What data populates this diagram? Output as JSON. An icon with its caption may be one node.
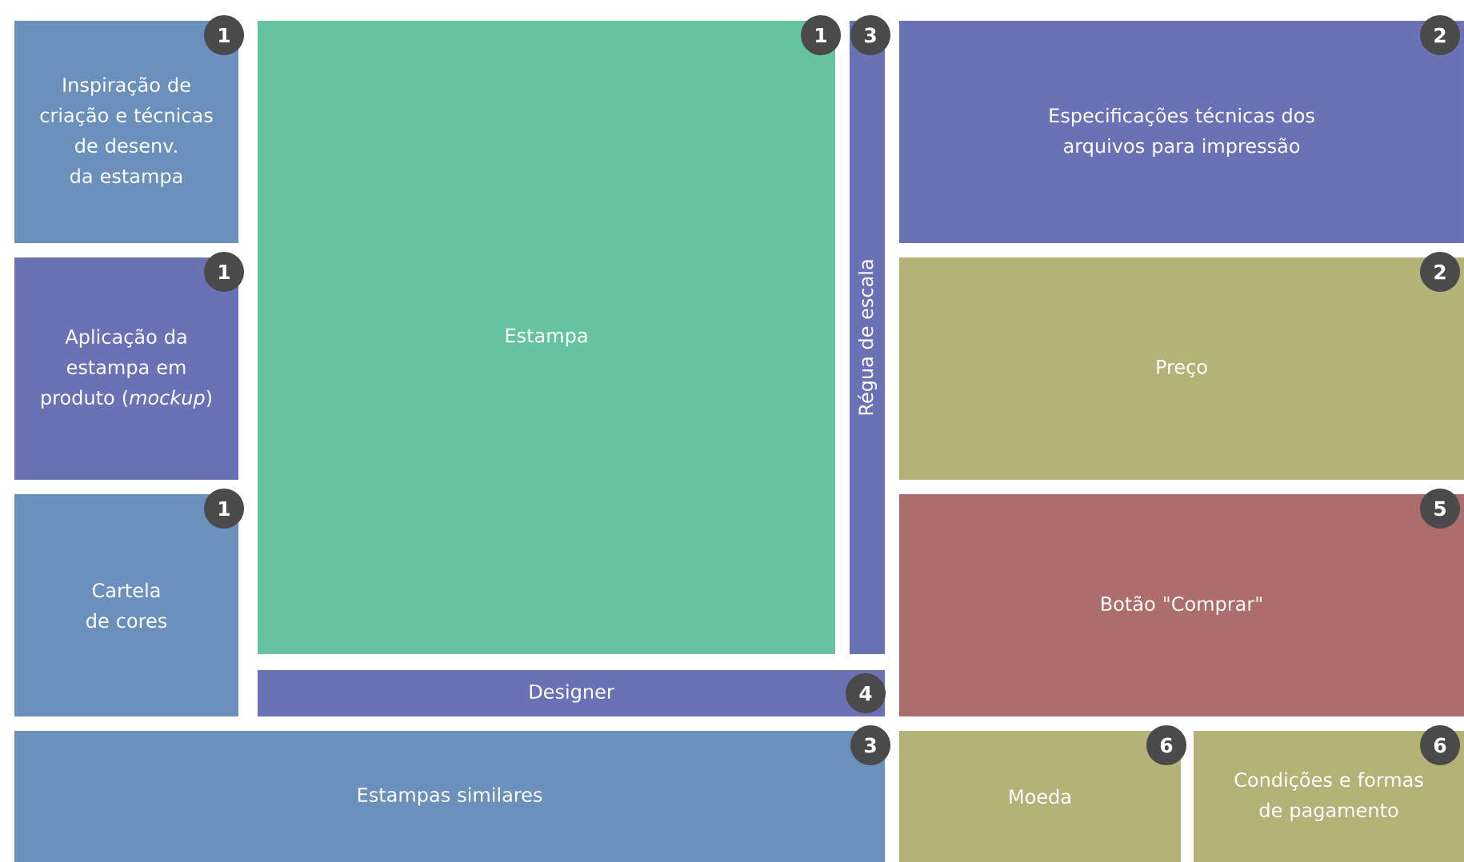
{
  "diagram": {
    "nodes": [
      {
        "text": [
          "1",
          "Inspiração de criação e técnicas de desenv. da estampa"
        ]
      },
      {
        "text": [
          "1",
          "Aplicação da estampa em produto (*mockup*)"
        ]
      },
      {
        "text": [
          "1",
          "Cartela de cores"
        ]
      },
      {
        "text": [
          "1",
          "Estampa"
        ]
      },
      {
        "text": [
          "3",
          "Régua de escala"
        ]
      },
      {
        "text": [
          "Designer",
          "4"
        ]
      },
      {
        "text": [
          "3",
          "Estampas similares"
        ]
      },
      {
        "text": [
          "2",
          "Especificações técnicas dos arquivos para impressão"
        ]
      },
      {
        "text": [
          "2",
          "Preço"
        ]
      },
      {
        "text": [
          "5",
          "Botão \"Comprar\""
        ]
      },
      {
        "text": [
          "6",
          "Moeda"
        ]
      },
      {
        "text": [
          "6",
          "Condições e formas de pagamento"
        ]
      }
    ]
  }
}
